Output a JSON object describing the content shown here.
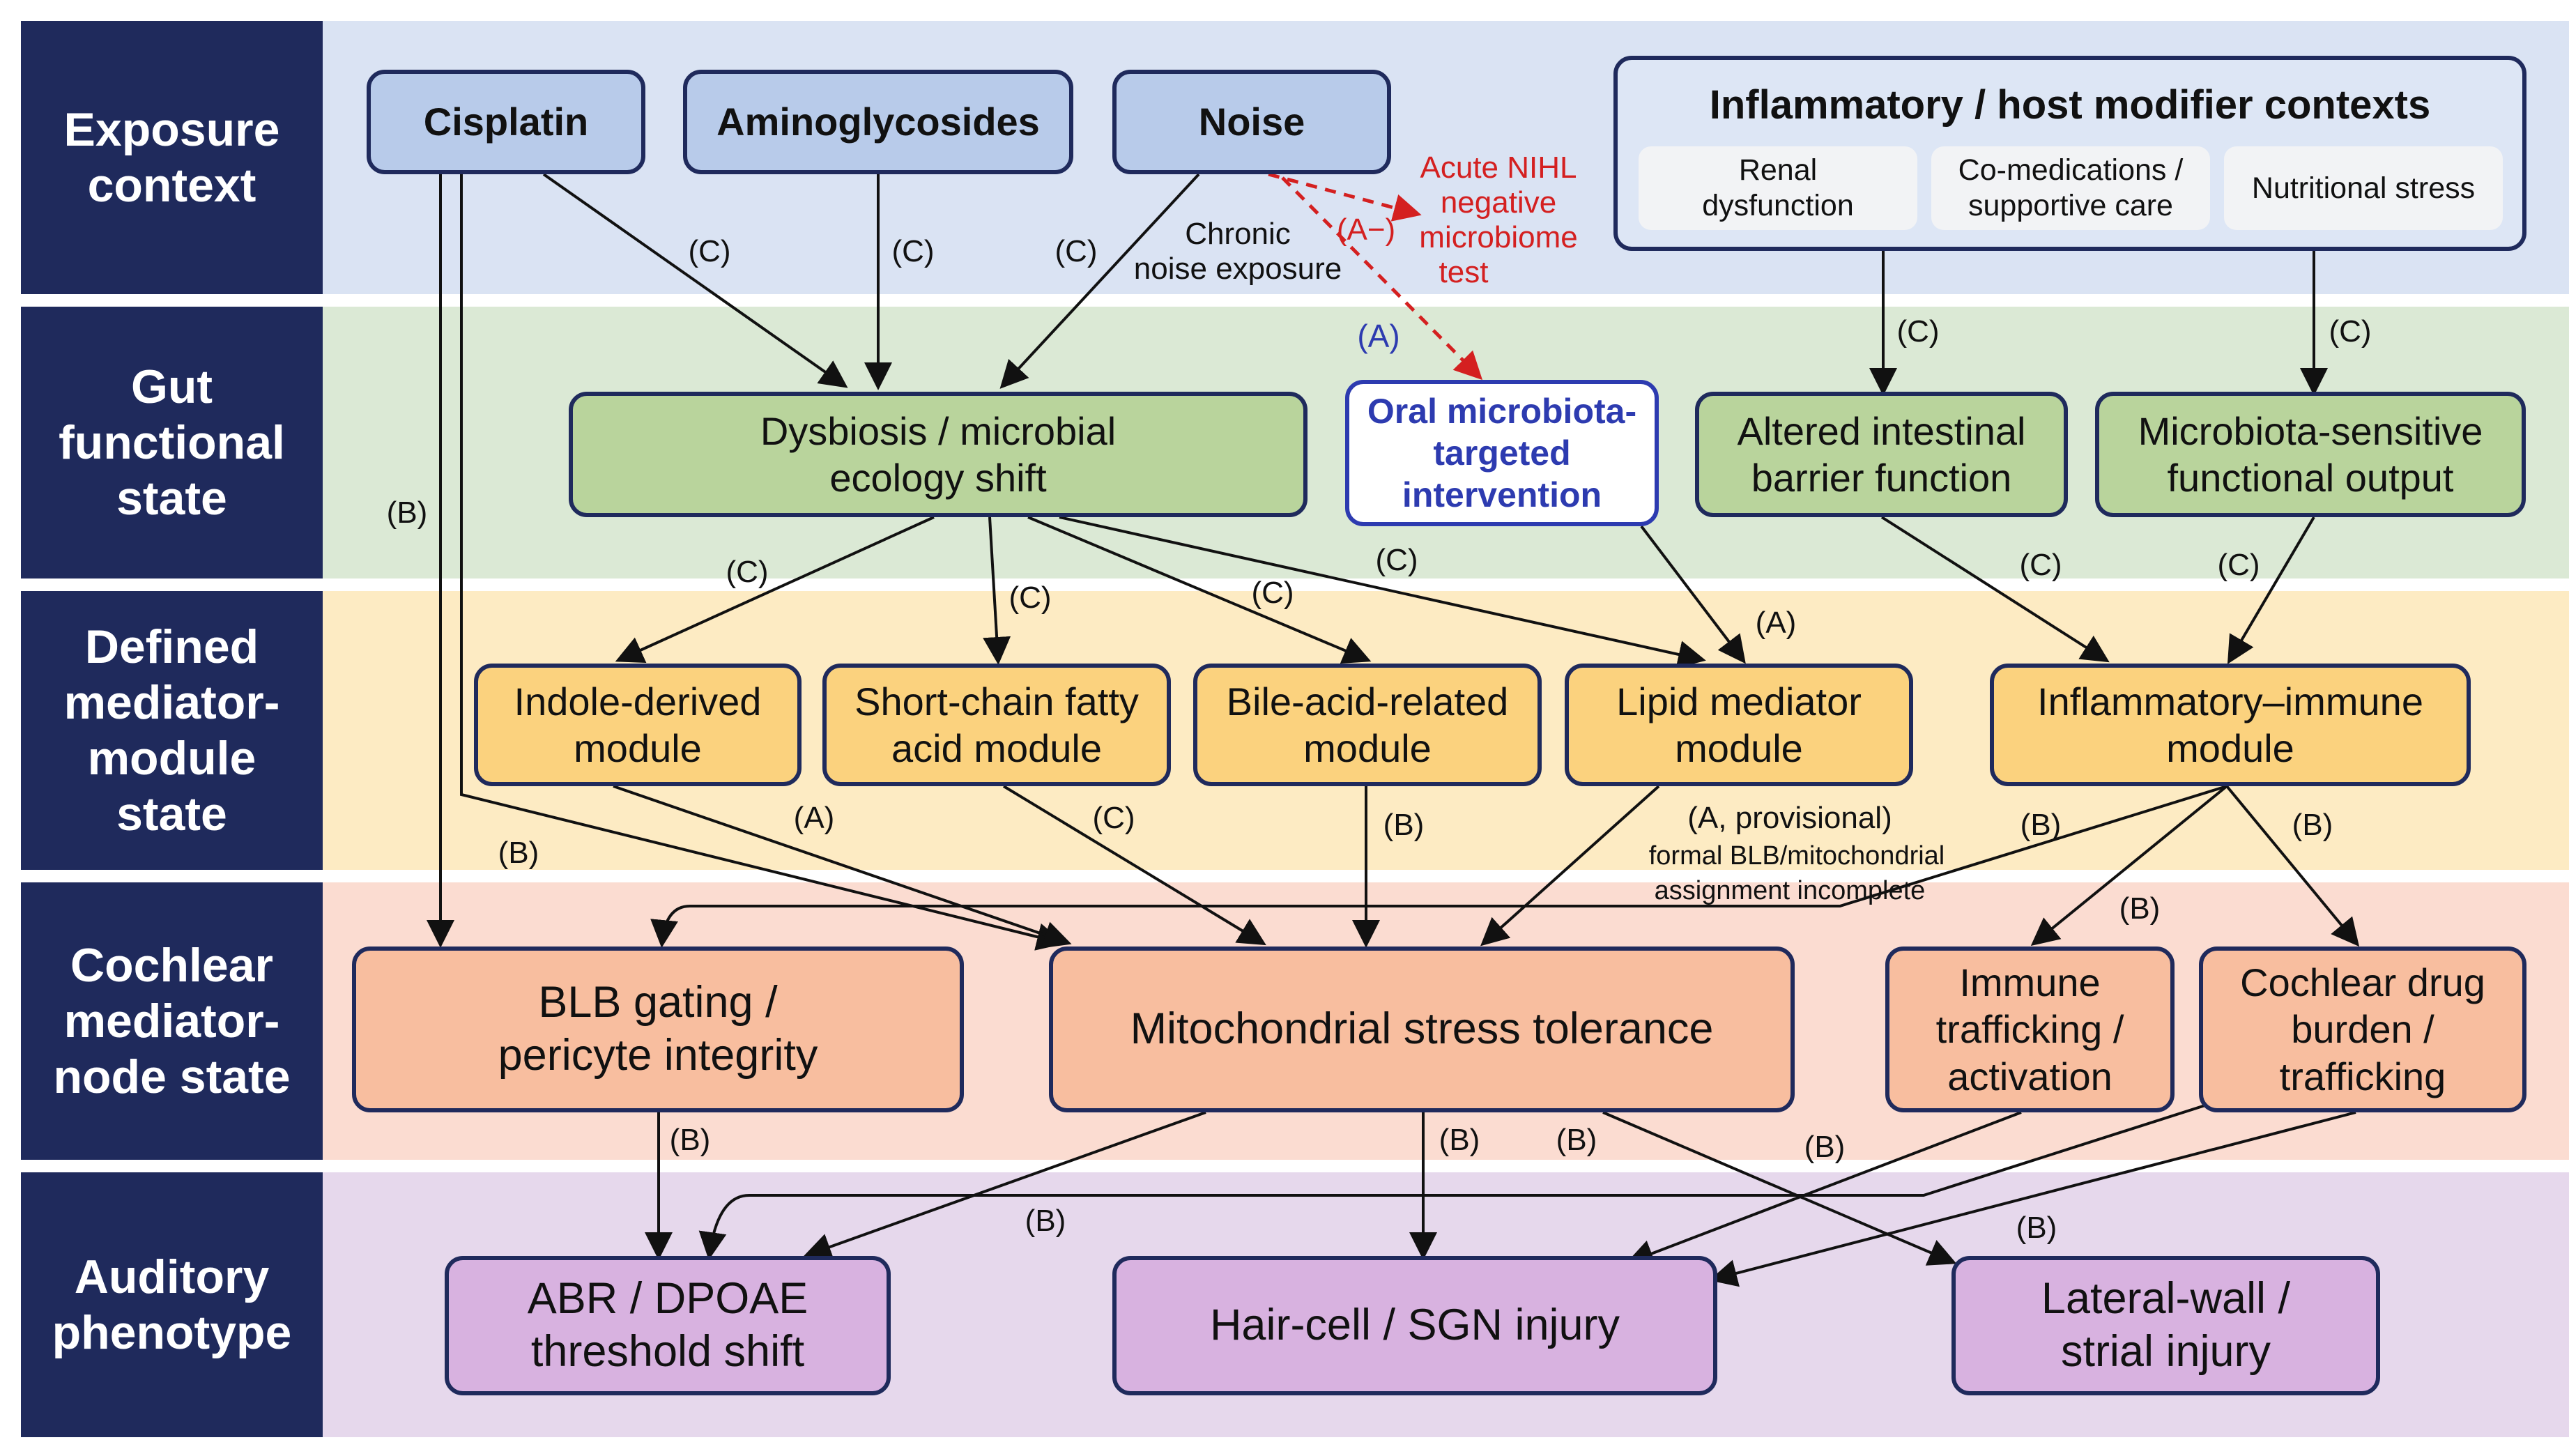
{
  "rows": [
    {
      "id": "exposure",
      "label": "Exposure\ncontext",
      "color": "#dae3f3"
    },
    {
      "id": "gut",
      "label": "Gut\nfunctional\nstate",
      "color": "#dbe9d5"
    },
    {
      "id": "mediator",
      "label": "Defined\nmediator-\nmodule\nstate",
      "color": "#fdebc3"
    },
    {
      "id": "cochlear",
      "label": "Cochlear\nmediator-\nnode state",
      "color": "#fbdcd1"
    },
    {
      "id": "auditory",
      "label": "Auditory\nphenotype",
      "color": "#e6d8ec"
    }
  ],
  "nodes": {
    "cisplatin": "Cisplatin",
    "aminoglycosides": "Aminoglycosides",
    "noise": "Noise",
    "host_title": "Inflammatory / host modifier contexts",
    "renal": "Renal\ndysfunction",
    "comed": "Co-medications /\nsupportive care",
    "nutritional": "Nutritional stress",
    "dysbiosis": "Dysbiosis / microbial\necology shift",
    "oral": "Oral microbiota-\ntargeted\nintervention",
    "barrier": "Altered intestinal\nbarrier function",
    "microbiota_output": "Microbiota-sensitive\nfunctional output",
    "indole": "Indole-derived\nmodule",
    "scfa": "Short-chain fatty\nacid module",
    "bile": "Bile-acid-related\nmodule",
    "lipid": "Lipid mediator\nmodule",
    "immune_module": "Inflammatory–immune\nmodule",
    "blb": "BLB gating /\npericyte integrity",
    "mito": "Mitochondrial stress tolerance",
    "immune_traf": "Immune\ntrafficking /\nactivation",
    "drug": "Cochlear drug\nburden /\ntrafficking",
    "abr": "ABR / DPOAE\nthreshold shift",
    "haircell": "Hair-cell / SGN injury",
    "lateral": "Lateral-wall /\nstrial injury"
  },
  "edge_labels": {
    "cis_dys": "(C)",
    "amino_dys": "(C)",
    "noise_dys": "(C)",
    "chronic1": "Chronic",
    "chronic2": "noise exposure",
    "a_minus": "(A−)",
    "acute1": "Acute NIHL",
    "acute2": "negative",
    "acute3": "microbiome",
    "acute4": "test",
    "a_oral": "(A)",
    "c_barrier": "(C)",
    "c_micro": "(C)",
    "cis_b": "(B)",
    "dys_indole": "(C)",
    "dys_scfa": "(C)",
    "dys_bile": "(C)",
    "dys_lipid": "(C)",
    "oral_lipid": "(A)",
    "barrier_imm": "(C)",
    "micro_imm": "(C)",
    "cis_mito_b": "(B)",
    "indole_mito": "(A)",
    "scfa_mito": "(C)",
    "bile_mito": "(B)",
    "lipid_prov": "(A, provisional)",
    "lipid_note1": "formal BLB/mitochondrial",
    "lipid_note2": "assignment incomplete",
    "imm_blb": "(B)",
    "imm_drug": "(B)",
    "imm_traf": "(B)",
    "blb_abr": "(B)",
    "mito_hair": "(B)",
    "mito_lat": "(B)",
    "traf_hair": "(B)",
    "mito_abr": "(B)",
    "drug_hair": "(B)"
  },
  "colors": {
    "navy": "#1f2a5c",
    "accent_red": "#d42020",
    "accent_blue": "#2d3bb0"
  }
}
